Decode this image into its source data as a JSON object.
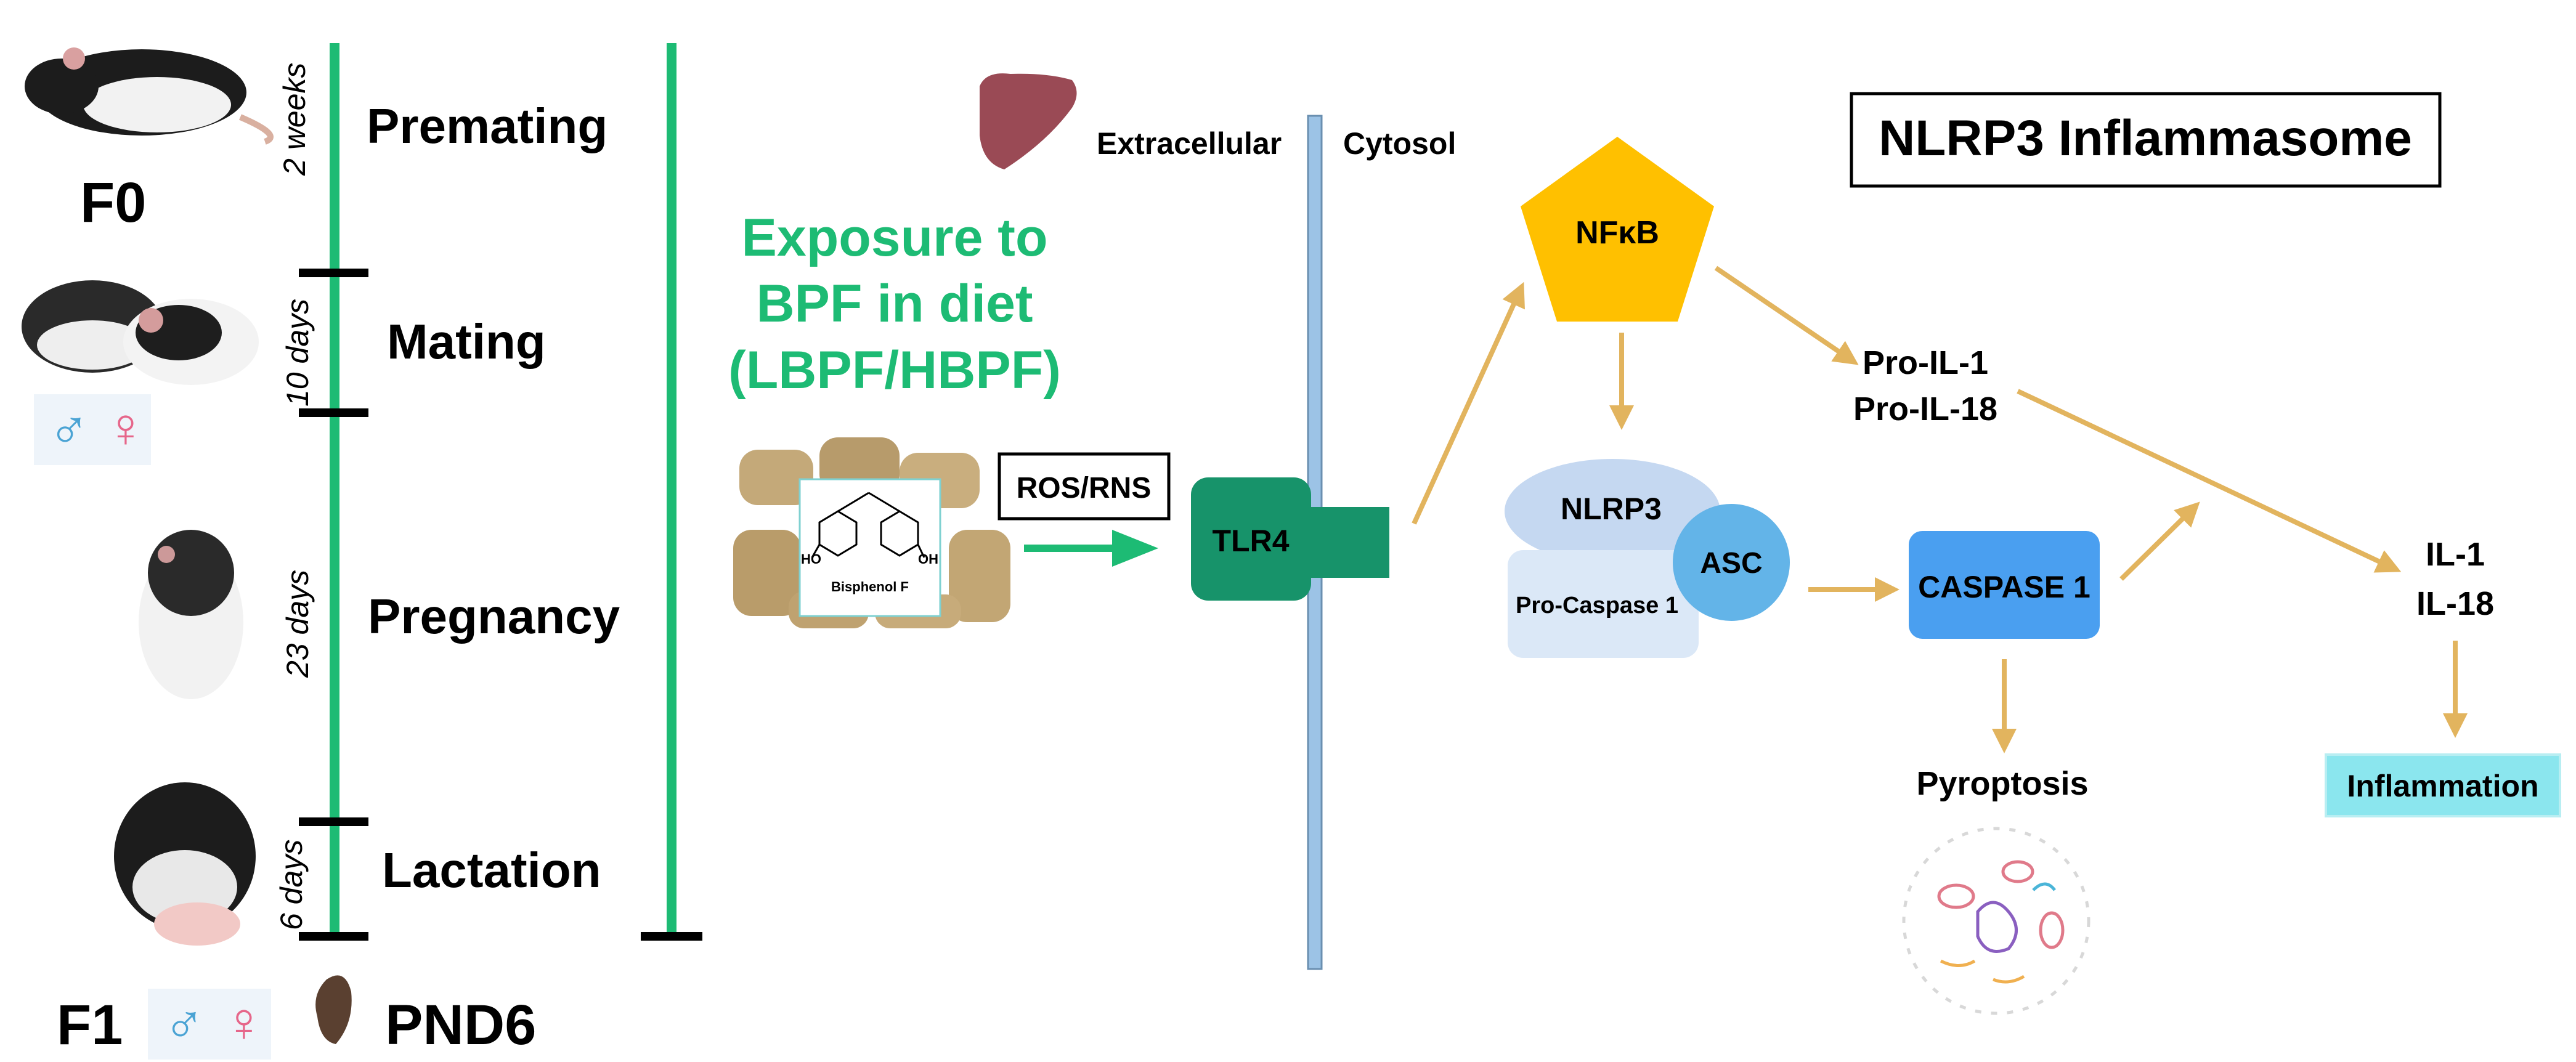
{
  "generations": {
    "f0": "F0",
    "f1": "F1",
    "pnd": "PND6"
  },
  "phases": [
    {
      "name": "Premating",
      "duration": "2 weeks"
    },
    {
      "name": "Mating",
      "duration": "10 days"
    },
    {
      "name": "Pregnancy",
      "duration": "23 days"
    },
    {
      "name": "Lactation",
      "duration": "6 days"
    }
  ],
  "symbols": {
    "male": "♂",
    "female": "♀"
  },
  "exposure": {
    "line1": "Exposure to",
    "line2": "BPF in diet",
    "line3": "(LBPF/HBPF)"
  },
  "chemical": {
    "name": "Bisphenol F",
    "oh": "HO",
    "oh2": "OH"
  },
  "ros_label": "ROS/RNS",
  "membrane": {
    "extracellular": "Extracellular",
    "cytosol": "Cytosol"
  },
  "title": "NLRP3 Inflammasome",
  "nodes": {
    "tlr4": "TLR4",
    "nfkb": "NFκB",
    "pro_il1": "Pro-IL-1",
    "pro_il18": "Pro-IL-18",
    "nlrp3": "NLRP3",
    "asc": "ASC",
    "pro_caspase": "Pro-Caspase 1",
    "caspase": "CASPASE 1",
    "il1": "IL-1",
    "il18": "IL-18",
    "pyroptosis": "Pyroptosis",
    "inflammation": "Inflammation"
  },
  "colors": {
    "timeline_green": "#1dbb74",
    "tlr4": "#17936a",
    "nfkb": "#ffc000",
    "caspase": "#4a9ff0",
    "nlrp3": "#c5d8f1",
    "asc": "#63b4e8",
    "inflammation": "#8be6ee",
    "arrow": "#e2b45e",
    "membrane": "#9cc3e6"
  }
}
